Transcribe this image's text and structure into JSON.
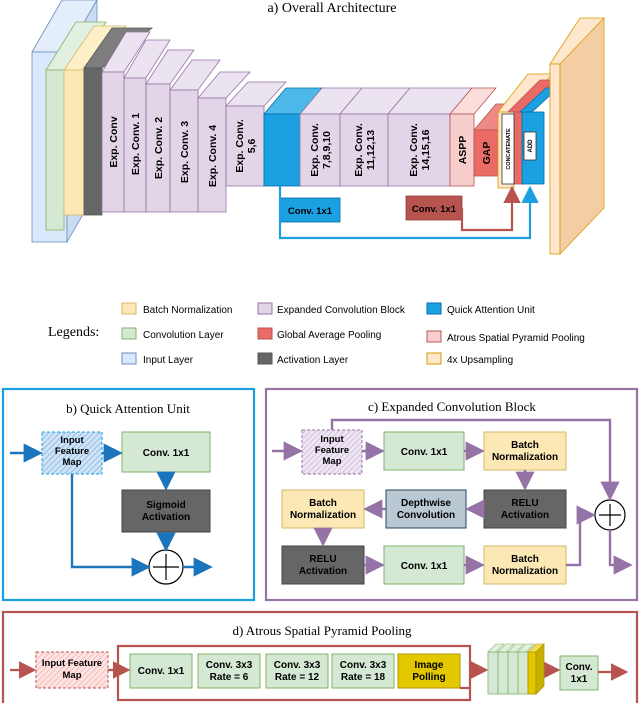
{
  "colors": {
    "batchnorm": "#fbe8b4",
    "batchnorm_stroke": "#d8b968",
    "conv": "#d5e8d4",
    "conv_stroke": "#82b366",
    "input": "#dae8fc",
    "input_stroke": "#6c8ebf",
    "expconv": "#e1d5e7",
    "expconv_stroke": "#9673a6",
    "gap": "#f8cecc",
    "gap_stroke": "#b85450",
    "activation": "#666666",
    "quick": "#1ba1e2",
    "quick_stroke": "#006eaf",
    "aspp": "#f8cecc",
    "aspp_stroke": "#b85450",
    "upsampling": "#ffe6cc",
    "upsampling_stroke": "#d79b00",
    "depthwise": "#bac8d3",
    "depthwise_stroke": "#23445d",
    "image_polling": "#e3c800",
    "frame_blue": "#1ba1e2",
    "frame_purple": "#9673a6",
    "frame_red": "#b85450",
    "arrow_blue": "#1b75bc",
    "arrow_purple": "#9673a6",
    "arrow_red": "#b85450"
  },
  "arch": {
    "title": "a) Overall Architecture",
    "blocks": [
      "Exp. Conv",
      "Exp. Conv. 1",
      "Exp. Conv. 2",
      "Exp. Conv. 3",
      "Exp. Conv. 4",
      "Exp. Conv. 5,6",
      "Exp. Conv. 7,8,9,10",
      "Exp. Conv. 11,12,13",
      "Exp. Conv. 14,15,16"
    ],
    "aspp": "ASPP",
    "gap": "GAP",
    "concatenate": "CONCATENATE",
    "add": "ADD",
    "conv1x1_blue": "Conv. 1x1",
    "conv1x1_red": "Conv. 1x1"
  },
  "legend": {
    "title": "Legends:",
    "items": [
      "Batch Normalization",
      "Convolution Layer",
      "Input Layer",
      "Expanded Convolution Block",
      "Global Average Pooling",
      "Activation Layer",
      "Quick Attention Unit",
      "Atrous Spatial Pyramid Pooling",
      "4x Upsampling"
    ]
  },
  "qau": {
    "title": "b) Quick Attention Unit",
    "input": [
      "Input",
      "Feature",
      "Map"
    ],
    "conv": "Conv. 1x1",
    "sigmoid": [
      "Sigmoid",
      "Activation"
    ]
  },
  "ecb": {
    "title": "c) Expanded Convolution Block",
    "input": [
      "Input",
      "Feature",
      "Map"
    ],
    "conv1": "Conv. 1x1",
    "bn1": [
      "Batch",
      "Normalization"
    ],
    "relu1": [
      "RELU",
      "Activation"
    ],
    "depthwise": [
      "Depthwise",
      "Convolution"
    ],
    "bn2": [
      "Batch",
      "Normalization"
    ],
    "relu2": [
      "RELU",
      "Activation"
    ],
    "conv2": "Conv. 1x1",
    "bn3": [
      "Batch",
      "Normalization"
    ]
  },
  "aspp": {
    "title": "d) Atrous Spatial Pyramid Pooling",
    "input": [
      "Input Feature",
      "Map"
    ],
    "branches": [
      [
        "Conv. 1x1"
      ],
      [
        "Conv. 3x3",
        "Rate = 6"
      ],
      [
        "Conv. 3x3",
        "Rate = 12"
      ],
      [
        "Conv. 3x3",
        "Rate = 18"
      ],
      [
        "Image",
        "Polling"
      ]
    ],
    "out_conv": [
      "Conv.",
      "1x1"
    ]
  }
}
